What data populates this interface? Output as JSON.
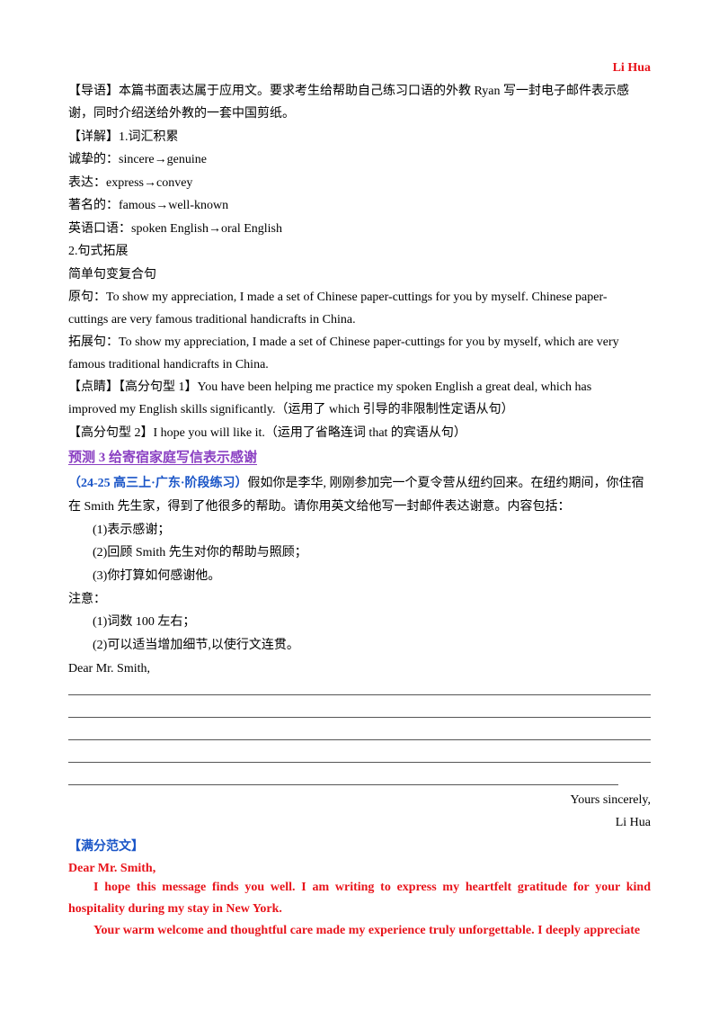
{
  "header": {
    "author": "Li Hua"
  },
  "intro": {
    "line1": "【导语】本篇书面表达属于应用文。要求考生给帮助自己练习口语的外教 Ryan 写一封电子邮件表示感",
    "line2": "谢，同时介绍送给外教的一套中国剪纸。"
  },
  "detail": {
    "heading": "【详解】1.词汇积累",
    "vocab": [
      "诚挚的：sincere→genuine",
      "表达：express→convey",
      "著名的：famous→well-known",
      "英语口语：spoken English→oral English"
    ],
    "sentence_heading": "2.句式拓展",
    "sub_heading": "简单句变复合句",
    "orig1": "原句：To show my appreciation, I made a set of Chinese paper-cuttings for you by myself. Chinese paper-",
    "orig2": "cuttings are very famous traditional handicrafts in China.",
    "ext1": "拓展句：To show my appreciation, I made a set of Chinese paper-cuttings for you by myself, which are very",
    "ext2": "famous traditional handicrafts in China.",
    "point1a": "【点睛】【高分句型 1】You have been helping me practice my spoken English a great deal, which has",
    "point1b": "improved my English skills significantly.（运用了 which 引导的非限制性定语从句）",
    "point2": "【高分句型 2】I hope you will like it.（运用了省略连词 that 的宾语从句）"
  },
  "task": {
    "title": "预测 3 给寄宿家庭写信表示感谢",
    "source": "（24-25 高三上·广东·阶段练习）",
    "prompt1": "假如你是李华, 刚刚参加完一个夏令营从纽约回来。在纽约期间，你住宿",
    "prompt2": "在 Smith 先生家，得到了他很多的帮助。请你用英文给他写一封邮件表达谢意。内容包括：",
    "items": [
      "(1)表示感谢；",
      "(2)回顾 Smith 先生对你的帮助与照顾；",
      "(3)你打算如何感谢他。"
    ],
    "note_label": "注意：",
    "notes": [
      "(1)词数 100 左右；",
      "(2)可以适当增加细节,以使行文连贯。"
    ],
    "salutation": "Dear Mr. Smith,",
    "closing": "Yours sincerely,",
    "signature": "Li Hua"
  },
  "sample": {
    "heading": "【满分范文】",
    "salutation": "Dear Mr. Smith,",
    "para1": "I hope this message finds you well. I am writing to express my heartfelt gratitude for your kind hospitality during my stay in New York.",
    "para2": "Your warm welcome and thoughtful care made my experience truly unforgettable. I deeply appreciate"
  }
}
